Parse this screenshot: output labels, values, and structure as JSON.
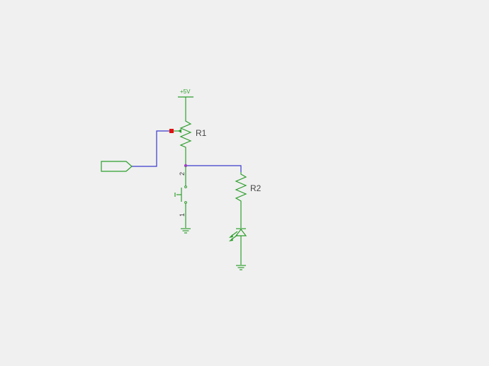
{
  "schematic": {
    "power_label": "+5V",
    "r1_label": "R1",
    "r2_label": "R2",
    "switch_pin_top": "2",
    "switch_pin_bottom": "1"
  },
  "colors": {
    "background": "#f0f0f0",
    "component": "#2e9e2e",
    "wire": "#3a3acc",
    "junction": "#a040c0",
    "unconnected": "#e01010",
    "text": "#444444"
  }
}
